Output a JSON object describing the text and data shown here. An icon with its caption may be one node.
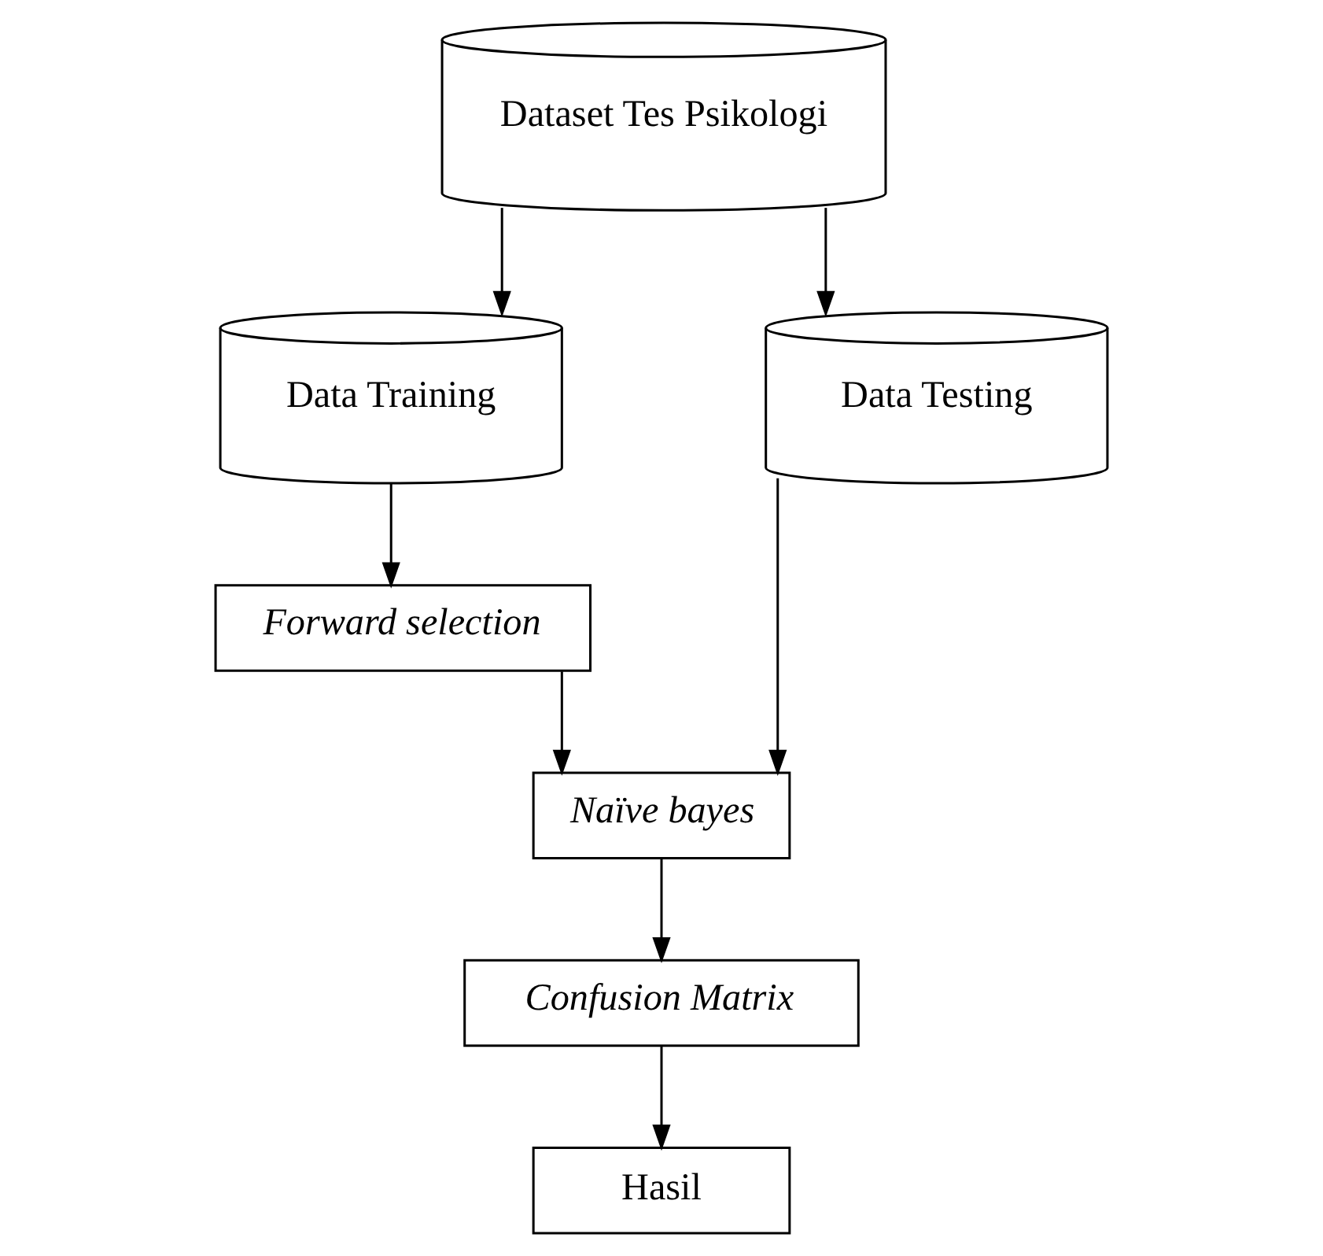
{
  "diagram": {
    "nodes": [
      {
        "text": [
          "Dataset Tes Psikologi"
        ]
      },
      {
        "text": [
          "Data Training"
        ]
      },
      {
        "text": [
          "Data Testing"
        ]
      },
      {
        "text": [
          "Forward selection"
        ]
      },
      {
        "text": [
          "Naïve bayes"
        ]
      },
      {
        "text": [
          "Confusion Matrix"
        ]
      },
      {
        "text": [
          "Hasil"
        ]
      }
    ],
    "edges": [
      {
        "from": 0,
        "to": 1,
        "arrow": "to"
      },
      {
        "from": 0,
        "to": 2,
        "arrow": "to"
      },
      {
        "from": 1,
        "to": 3,
        "arrow": "to"
      },
      {
        "from": 3,
        "to": 4,
        "arrow": "to"
      },
      {
        "from": 2,
        "to": 4,
        "arrow": "to"
      },
      {
        "from": 4,
        "to": 5,
        "arrow": "to"
      },
      {
        "from": 5,
        "to": 6,
        "arrow": "to"
      }
    ]
  }
}
